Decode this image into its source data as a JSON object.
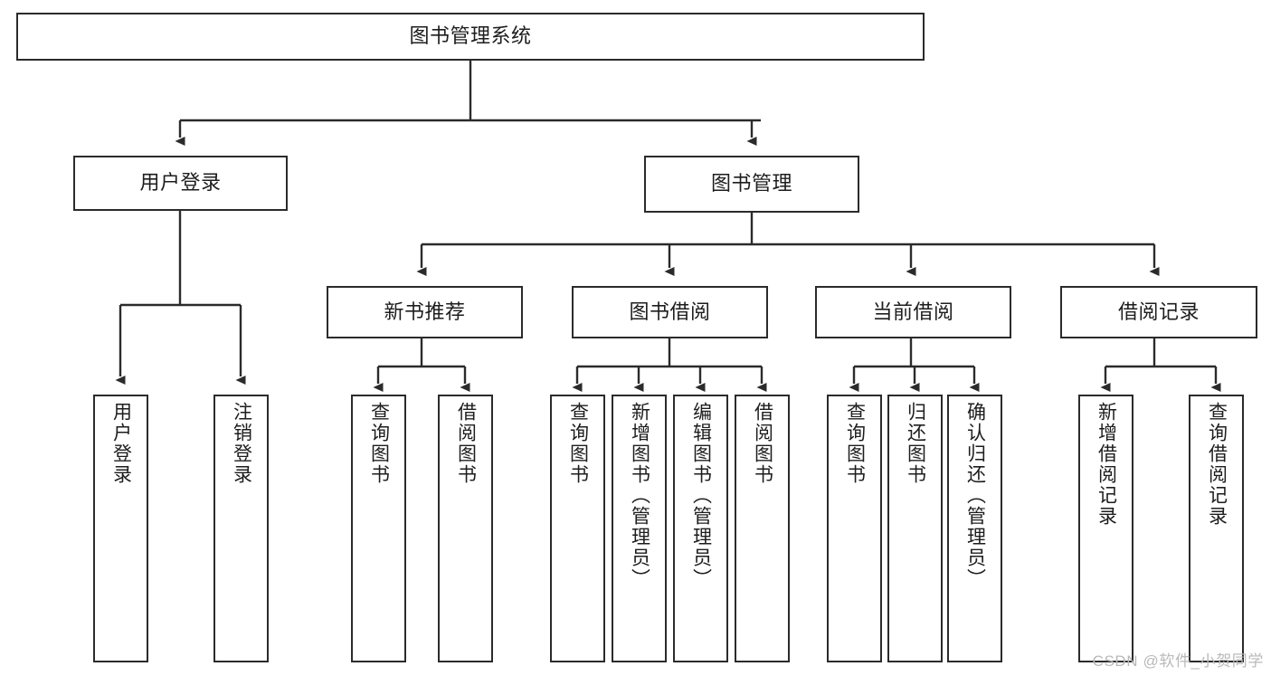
{
  "diagram": {
    "title": "图书管理系统",
    "type": "hierarchy-tree",
    "watermark": "CSDN @软件_小贺同学",
    "style": {
      "box_border_color": "#2b2b2b",
      "box_fill_color": "#ffffff",
      "connector_color": "#2b2b2b",
      "text_color": "#1d1d1d",
      "background_color": "#ffffff",
      "watermark_color": "#b9b9b9"
    }
  },
  "chart_data": {
    "type": "tree",
    "title": "图书管理系统",
    "orientation": "top-down",
    "root": {
      "label": "图书管理系统",
      "children": [
        {
          "label": "用户登录",
          "children": [
            {
              "label": "用户登录"
            },
            {
              "label": "注销登录"
            }
          ]
        },
        {
          "label": "图书管理",
          "children": [
            {
              "label": "新书推荐",
              "children": [
                {
                  "label": "查询图书"
                },
                {
                  "label": "借阅图书"
                }
              ]
            },
            {
              "label": "图书借阅",
              "children": [
                {
                  "label": "查询图书"
                },
                {
                  "label": "新增图书（管理员）"
                },
                {
                  "label": "编辑图书（管理员）"
                },
                {
                  "label": "借阅图书"
                }
              ]
            },
            {
              "label": "当前借阅",
              "children": [
                {
                  "label": "查询图书"
                },
                {
                  "label": "归还图书"
                },
                {
                  "label": "确认归还（管理员）"
                }
              ]
            },
            {
              "label": "借阅记录",
              "children": [
                {
                  "label": "新增借阅记录"
                },
                {
                  "label": "查询借阅记录"
                }
              ]
            }
          ]
        }
      ]
    }
  },
  "nodes": {
    "root": "图书管理系统",
    "user_login": "用户登录",
    "book_manage": "图书管理",
    "new_book_rec": "新书推荐",
    "book_borrow": "图书借阅",
    "current_borrow": "当前借阅",
    "borrow_record": "借阅记录",
    "leaf_user_login": "用户登录",
    "leaf_logout": "注销登录",
    "leaf_nb_query": "查询图书",
    "leaf_nb_borrow": "借阅图书",
    "leaf_bb_query": "查询图书",
    "leaf_bb_add": "新增图书（管理员）",
    "leaf_bb_edit": "编辑图书（管理员）",
    "leaf_bb_borrow": "借阅图书",
    "leaf_cb_query": "查询图书",
    "leaf_cb_return": "归还图书",
    "leaf_cb_confirm": "确认归还（管理员）",
    "leaf_br_add": "新增借阅记录",
    "leaf_br_query": "查询借阅记录"
  }
}
